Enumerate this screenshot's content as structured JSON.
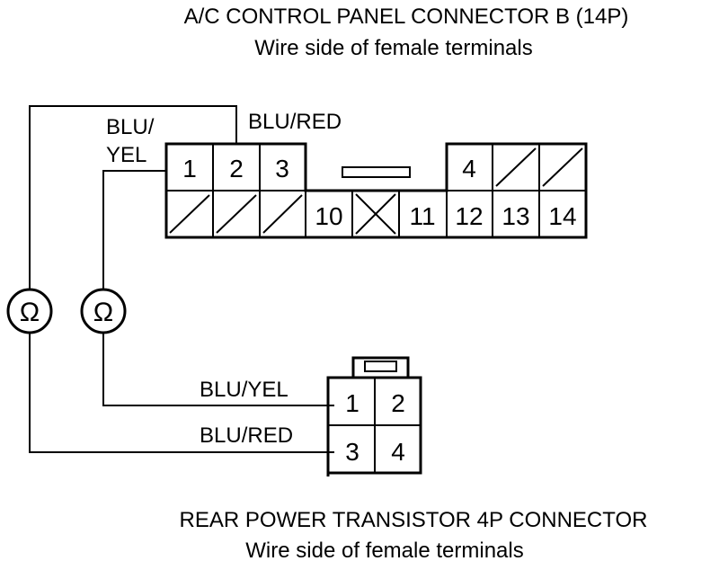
{
  "connector_b": {
    "title": "A/C CONTROL PANEL CONNECTOR B (14P)",
    "subtitle": "Wire side of female terminals",
    "wire_blu_red": "BLU/RED",
    "wire_blu_yel_line1": "BLU/",
    "wire_blu_yel_line2": "YEL",
    "pins": {
      "p1": "1",
      "p2": "2",
      "p3": "3",
      "p4": "4",
      "p10": "10",
      "p11": "11",
      "p12": "12",
      "p13": "13",
      "p14": "14"
    }
  },
  "ohmmeters": {
    "left_symbol": "Ω",
    "right_symbol": "Ω"
  },
  "transistor": {
    "wire_blu_yel": "BLU/YEL",
    "wire_blu_red": "BLU/RED",
    "pins": {
      "p1": "1",
      "p2": "2",
      "p3": "3",
      "p4": "4"
    },
    "title": "REAR POWER TRANSISTOR 4P CONNECTOR",
    "subtitle": "Wire side of female terminals"
  },
  "colors": {
    "line": "#000000",
    "background": "#ffffff"
  }
}
